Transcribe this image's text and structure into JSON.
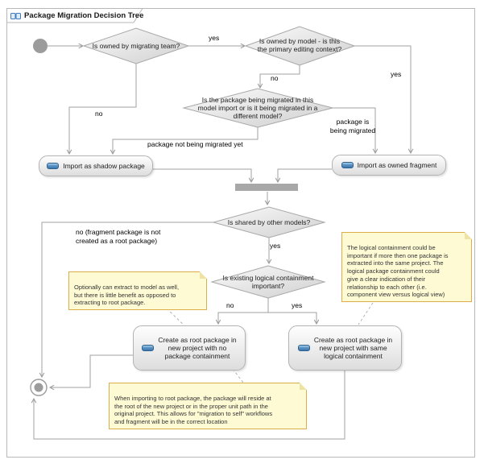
{
  "frame": {
    "title": "Package Migration Decision Tree"
  },
  "colors": {
    "connector": "#a0a0a0",
    "decision_border": "#a8a8a8",
    "merge_bar": "#a8a8a8",
    "note_background": "#fdfad4",
    "note_border": "#dcae4a",
    "node_border": "#b3b3b3",
    "icon_blue": "#3a76ad"
  },
  "decisions": {
    "owned_by_team": "Is owned by migrating team?",
    "owned_by_model": "Is owned by model - is this\nthe primary editing context?",
    "migrated_in_import": "Is the package being migrated in this\nmodel import or is it being migrated in a\ndifferent model?",
    "shared_by_models": "Is shared by other models?",
    "logical_containment": "Is existing logical containment\nimportant?"
  },
  "actions": {
    "shadow": "Import as shadow package",
    "owned": "Import as owned fragment",
    "create_no": "Create as root package in\nnew project with no\npackage containment",
    "create_same": "Create as root package in\nnew project with same\nlogical containment"
  },
  "edge_labels": {
    "team_yes": "yes",
    "team_no": "no",
    "model_yes": "yes",
    "model_no": "no",
    "not_migrated": "package not being migrated yet",
    "being_migrated": "package is\nbeing migrated",
    "shared_yes": "yes",
    "shared_no": "no (fragment package is not\ncreated as a root package)",
    "containment_no": "no",
    "containment_yes": "yes"
  },
  "notes": {
    "optionally": "Optionally can extract to model as well,\nbut there is little benefit as opposed to\nextracting to root package.",
    "logical": "The logical containment could be\nimportant if more then one package is\nextracted into the same project. The\nlogical package containment could\ngive a clear indication of their\nrelationship to each other (i.e.\ncomponent view versus logical view)",
    "importing": "When importing to root package, the package will reside at\nthe root of the new project or in the proper unit path in the\noriginal project. This allows for \"migration to self\" workflows\nand fragment will be in the correct location"
  }
}
